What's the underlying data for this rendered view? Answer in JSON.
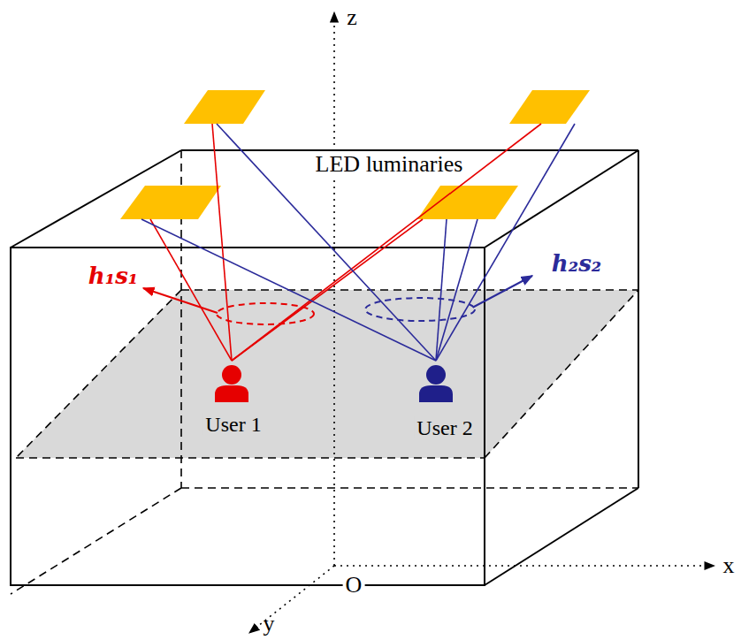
{
  "diagram": {
    "labels": [
      "z",
      "LED luminaries",
      "h₁s₁",
      "h₂s₂",
      "User 1",
      "User 2",
      "x",
      "O",
      "y"
    ]
  }
}
